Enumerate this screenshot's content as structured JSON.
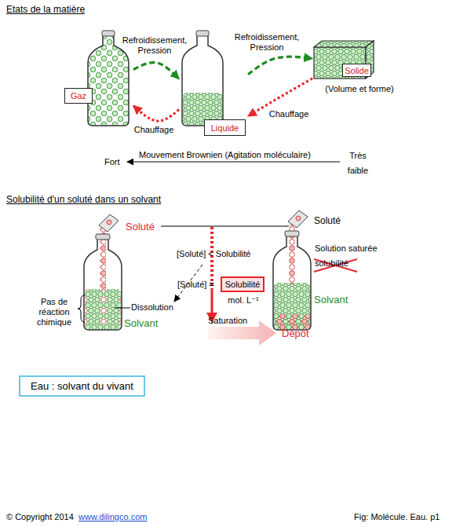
{
  "diagram": {
    "title": "Etats de la matière",
    "caption": "Fig: Molécule. Eau. p1",
    "nodes": [
      {
        "text": [
          "Gaz"
        ]
      },
      {
        "text": [
          "Liquide"
        ]
      },
      {
        "text": [
          "Solide",
          "(Volume et forme)"
        ]
      },
      {
        "text": [
          "Solubilité",
          "mol. L⁻¹"
        ]
      },
      {
        "text": [
          "Eau : solvant du vivant"
        ]
      }
    ],
    "edges": [
      {
        "from": 0,
        "to": 1,
        "arrow": "to",
        "label": "Refroidissement, Pression"
      },
      {
        "from": 1,
        "to": 0,
        "arrow": "to",
        "label": "Chauffage"
      },
      {
        "from": 1,
        "to": 2,
        "arrow": "to",
        "label": "Refroidissement, Pression"
      },
      {
        "from": 2,
        "to": 1,
        "arrow": "to",
        "label": "Chauffage"
      }
    ],
    "labels": [
      "Fort",
      "Mouvement Brownien (Agitation moléculaire)",
      "Très faible",
      "Solubilité d'un soluté dans un solvant",
      "Soluté",
      "Soluté",
      "[Soluté] < Solubilité",
      "[Soluté] =",
      "Saturation",
      "Dépôt",
      "Pas de réaction chimique",
      "Dissolution",
      "Solvant",
      "Solution saturée",
      "solubilité",
      "Solvant",
      "© Copyright 2014",
      "www.dilingco.com"
    ]
  }
}
